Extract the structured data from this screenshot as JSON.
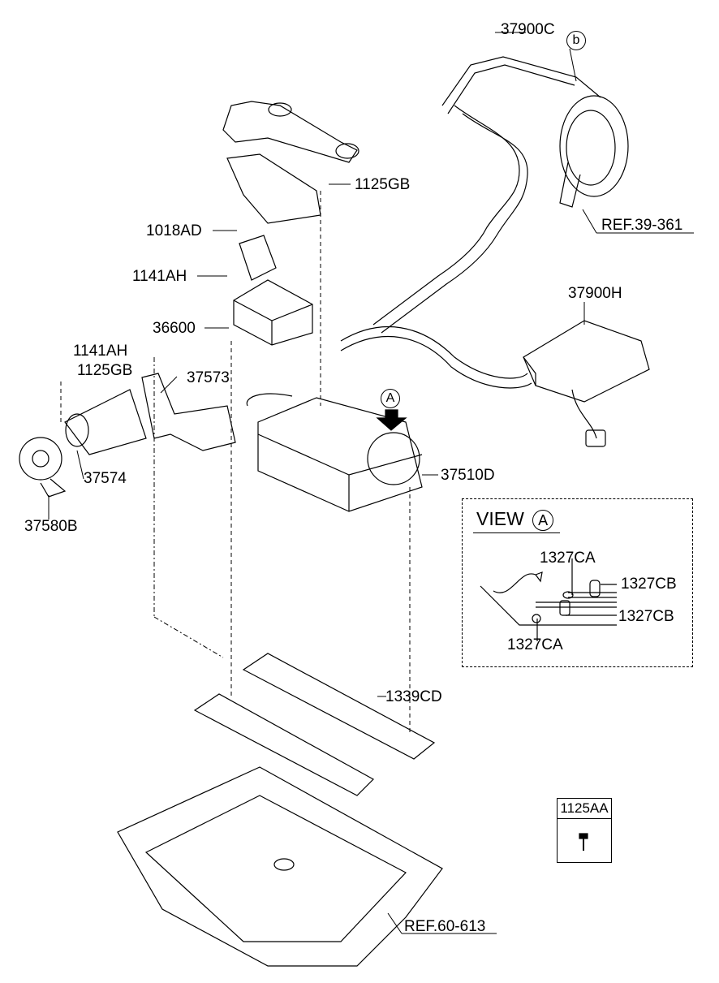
{
  "labels": {
    "p37900C": "37900C",
    "b_marker": "b",
    "p1125GB_top": "1125GB",
    "ref39": "REF.39-361",
    "p1018AD": "1018AD",
    "p1141AH_a": "1141AH",
    "p37900H": "37900H",
    "p36600": "36600",
    "p1141AH_b": "1141AH",
    "p1125GB_left": "1125GB",
    "p37573": "37573",
    "a_marker": "A",
    "p37510D": "37510D",
    "p37574": "37574",
    "p37580B": "37580B",
    "p1339CD": "1339CD",
    "ref60": "REF.60-613"
  },
  "view_a": {
    "title": "VIEW",
    "marker": "A",
    "callouts": [
      "1327CA",
      "1327CB",
      "1327CB",
      "1327CA"
    ]
  },
  "legend_box": {
    "part": "1125AA"
  }
}
